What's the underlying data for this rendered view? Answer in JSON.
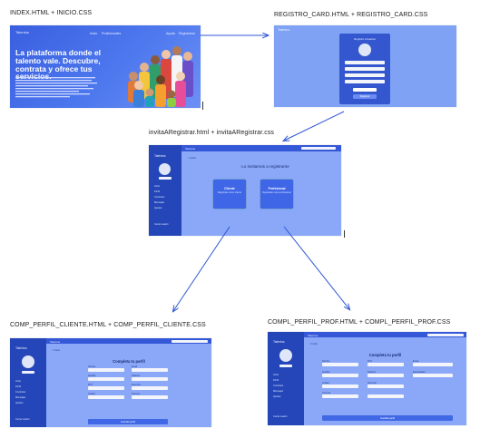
{
  "captions": {
    "index": "INDEX.HTML + INICIO.CSS",
    "registro": "REGISTRO_CARD.HTML  + REGISTRO_CARD.CSS",
    "invita": "invitaARegistrar.html + invitaARegistrar.css",
    "cliente": "COMP_PERFIL_CLIENTE.HTML + COMP_PERFIL_CLIENTE.CSS",
    "prof": "COMPL_PERFIL_PROF.HTML + COMPL_PERFIL_PROF.CSS"
  },
  "index": {
    "logo": "Talentus",
    "nav": [
      "Inicio",
      "Profesionales",
      "Ayuda",
      "Registrarse"
    ],
    "headline": "La plataforma donde el talento vale. Descubre, contrata y ofrece tus servicios."
  },
  "registro": {
    "logo": "Talentus",
    "card_title": "Registro Usuarios",
    "button": "Registrar"
  },
  "dashboard": {
    "logo": "Talentus",
    "brand": "Talentus",
    "menu": [
      "Inicio",
      "Perfil",
      "Contratos",
      "Mensajes",
      "Ajustes"
    ],
    "logout": "Cerrar sesión",
    "crumb": "< Inicio"
  },
  "invita": {
    "question": "Lo invitamos a registrarse",
    "options": [
      {
        "title": "Cliente",
        "subtitle": "Regístrate como cliente"
      },
      {
        "title": "Profesional",
        "subtitle": "Regístrate como profesional"
      }
    ]
  },
  "cliente": {
    "title": "Completa tu perfil",
    "labels": [
      "Nombre",
      "Email",
      "Apellido",
      "Teléfono",
      "RUT",
      "Dirección",
      "Ciudad",
      "Comuna"
    ],
    "submit": "Guardar perfil"
  },
  "prof": {
    "title": "Completa tu perfil",
    "labels": [
      "Nombre",
      "RUT",
      "Email",
      "Apellido",
      "Teléfono",
      "Especialidad",
      "Ciudad",
      "Dirección",
      "Comuna"
    ],
    "submit": "Guardar perfil"
  },
  "colors": {
    "primary": "#3458d8",
    "panel": "#8aa8f7",
    "sidebar": "#2446b8",
    "arrow": "#2f56d6"
  }
}
